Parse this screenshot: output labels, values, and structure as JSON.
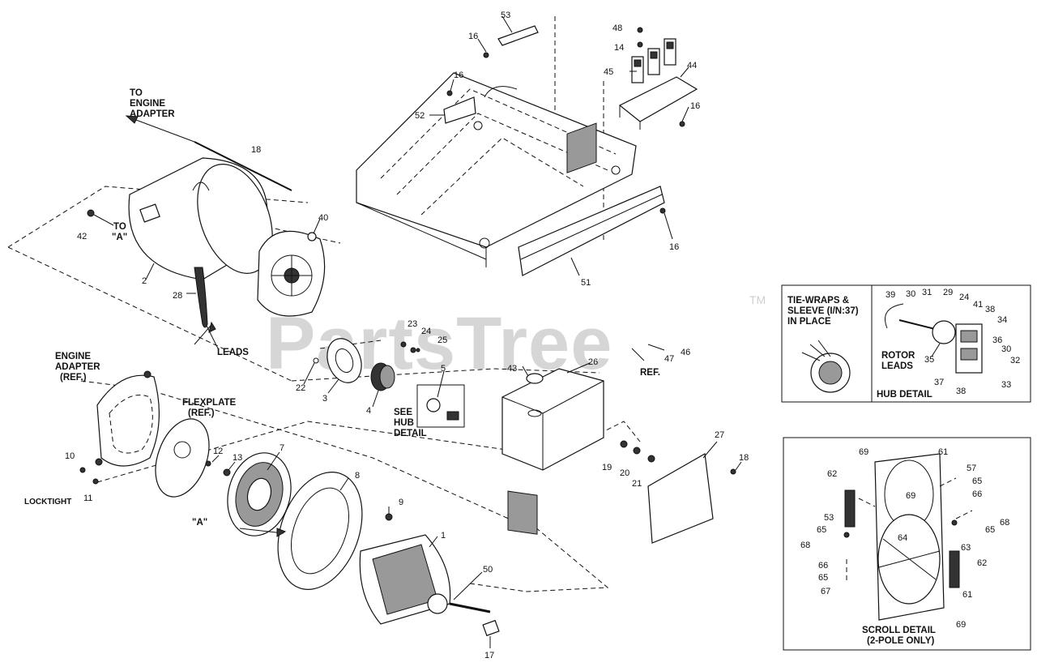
{
  "watermark": {
    "text": "PartsTree",
    "trademark": "TM"
  },
  "captions": {
    "to_engine_adapter": [
      "TO",
      "ENGINE",
      "ADAPTER"
    ],
    "to_a": [
      "TO",
      "\"A\""
    ],
    "leads": "LEADS",
    "engine_adapter_ref": [
      "ENGINE",
      "ADAPTER",
      "(REF.)"
    ],
    "flexplate_ref": [
      "FLEXPLATE",
      "(REF.)"
    ],
    "locktight": "LOCKTIGHT",
    "a_marker": "\"A\"",
    "see_hub_detail": [
      "SEE",
      "HUB",
      "DETAIL"
    ],
    "ref": "REF.",
    "tie_wraps": [
      "TIE-WRAPS &",
      "SLEEVE (I/N:37)",
      "IN PLACE"
    ],
    "rotor_leads": [
      "ROTOR",
      "LEADS"
    ],
    "hub_detail": "HUB DETAIL",
    "scroll_detail": [
      "SCROLL DETAIL",
      "(2-POLE ONLY)"
    ]
  },
  "callouts": [
    {
      "id": "c53",
      "text": "53"
    },
    {
      "id": "c16a",
      "text": "16"
    },
    {
      "id": "c16b",
      "text": "16"
    },
    {
      "id": "c52",
      "text": "52"
    },
    {
      "id": "c48",
      "text": "48"
    },
    {
      "id": "c14",
      "text": "14"
    },
    {
      "id": "c45",
      "text": "45"
    },
    {
      "id": "c44",
      "text": "44"
    },
    {
      "id": "c16c",
      "text": "16"
    },
    {
      "id": "c18a",
      "text": "18"
    },
    {
      "id": "c42",
      "text": "42"
    },
    {
      "id": "c2",
      "text": "2"
    },
    {
      "id": "c40",
      "text": "40"
    },
    {
      "id": "c16d",
      "text": "16"
    },
    {
      "id": "c51",
      "text": "51"
    },
    {
      "id": "c28",
      "text": "28"
    },
    {
      "id": "c23",
      "text": "23"
    },
    {
      "id": "c24",
      "text": "24"
    },
    {
      "id": "c25",
      "text": "25"
    },
    {
      "id": "c22",
      "text": "22"
    },
    {
      "id": "c3",
      "text": "3"
    },
    {
      "id": "c4",
      "text": "4"
    },
    {
      "id": "c5",
      "text": "5"
    },
    {
      "id": "c43",
      "text": "43"
    },
    {
      "id": "c26",
      "text": "26"
    },
    {
      "id": "c47",
      "text": "47"
    },
    {
      "id": "c46",
      "text": "46"
    },
    {
      "id": "c12",
      "text": "12"
    },
    {
      "id": "c13",
      "text": "13"
    },
    {
      "id": "c7",
      "text": "7"
    },
    {
      "id": "c10",
      "text": "10"
    },
    {
      "id": "c11",
      "text": "11"
    },
    {
      "id": "c8",
      "text": "8"
    },
    {
      "id": "c9",
      "text": "9"
    },
    {
      "id": "c1",
      "text": "1"
    },
    {
      "id": "c50",
      "text": "50"
    },
    {
      "id": "c17",
      "text": "17"
    },
    {
      "id": "c19",
      "text": "19"
    },
    {
      "id": "c20",
      "text": "20"
    },
    {
      "id": "c21",
      "text": "21"
    },
    {
      "id": "c27",
      "text": "27"
    },
    {
      "id": "c18b",
      "text": "18"
    },
    {
      "id": "h39",
      "text": "39"
    },
    {
      "id": "h30a",
      "text": "30"
    },
    {
      "id": "h31",
      "text": "31"
    },
    {
      "id": "h29",
      "text": "29"
    },
    {
      "id": "h24",
      "text": "24"
    },
    {
      "id": "h41",
      "text": "41"
    },
    {
      "id": "h38a",
      "text": "38"
    },
    {
      "id": "h34",
      "text": "34"
    },
    {
      "id": "h36",
      "text": "36"
    },
    {
      "id": "h30b",
      "text": "30"
    },
    {
      "id": "h32",
      "text": "32"
    },
    {
      "id": "h35",
      "text": "35"
    },
    {
      "id": "h37",
      "text": "37"
    },
    {
      "id": "h38b",
      "text": "38"
    },
    {
      "id": "h33",
      "text": "33"
    },
    {
      "id": "s69a",
      "text": "69"
    },
    {
      "id": "s61a",
      "text": "61"
    },
    {
      "id": "s62a",
      "text": "62"
    },
    {
      "id": "s69b",
      "text": "69"
    },
    {
      "id": "s57",
      "text": "57"
    },
    {
      "id": "s65a",
      "text": "65"
    },
    {
      "id": "s66a",
      "text": "66"
    },
    {
      "id": "s68a",
      "text": "68"
    },
    {
      "id": "s53",
      "text": "53"
    },
    {
      "id": "s65b",
      "text": "65"
    },
    {
      "id": "s63",
      "text": "63"
    },
    {
      "id": "s65c",
      "text": "65"
    },
    {
      "id": "s68b",
      "text": "68"
    },
    {
      "id": "s64",
      "text": "64"
    },
    {
      "id": "s62b",
      "text": "62"
    },
    {
      "id": "s66b",
      "text": "66"
    },
    {
      "id": "s65d",
      "text": "65"
    },
    {
      "id": "s67",
      "text": "67"
    },
    {
      "id": "s61b",
      "text": "61"
    },
    {
      "id": "s69c",
      "text": "69"
    }
  ]
}
